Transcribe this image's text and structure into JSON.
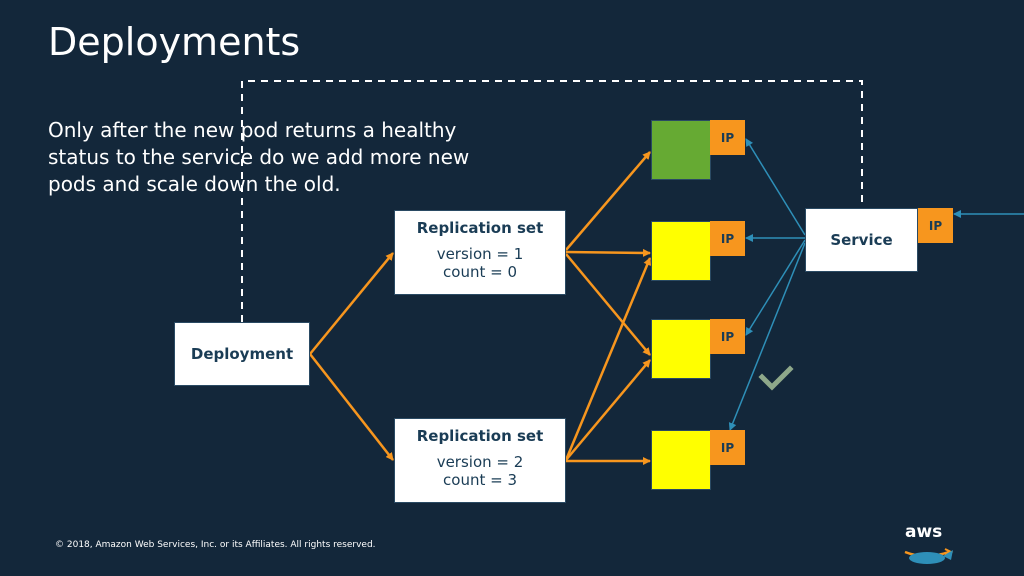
{
  "slide": {
    "title": "Deployments",
    "body": "Only after the new pod returns a healthy status to the service do we add more new pods and scale down the old.",
    "footer": "© 2018, Amazon Web Services, Inc. or its Affiliates. All rights reserved.",
    "logo_text": "aws"
  },
  "diagram": {
    "deployment_label": "Deployment",
    "replication_sets": [
      {
        "label": "Replication set",
        "version": "version = 1",
        "count": "count = 0"
      },
      {
        "label": "Replication set",
        "version": "version = 2",
        "count": "count = 3"
      }
    ],
    "service_label": "Service",
    "ip_label": "IP",
    "pods": [
      {
        "color": "#66aa33",
        "ip": "IP"
      },
      {
        "color": "#ffff00",
        "ip": "IP"
      },
      {
        "color": "#ffff00",
        "ip": "IP"
      },
      {
        "color": "#ffff00",
        "ip": "IP"
      }
    ],
    "service_ip": "IP",
    "check_icon": "checkmark-icon"
  },
  "colors": {
    "background": "#13273a",
    "arrow_orange": "#f7961e",
    "arrow_blue": "#2e8fb8",
    "dashed": "#ffffff",
    "check": "#8ea88a"
  }
}
